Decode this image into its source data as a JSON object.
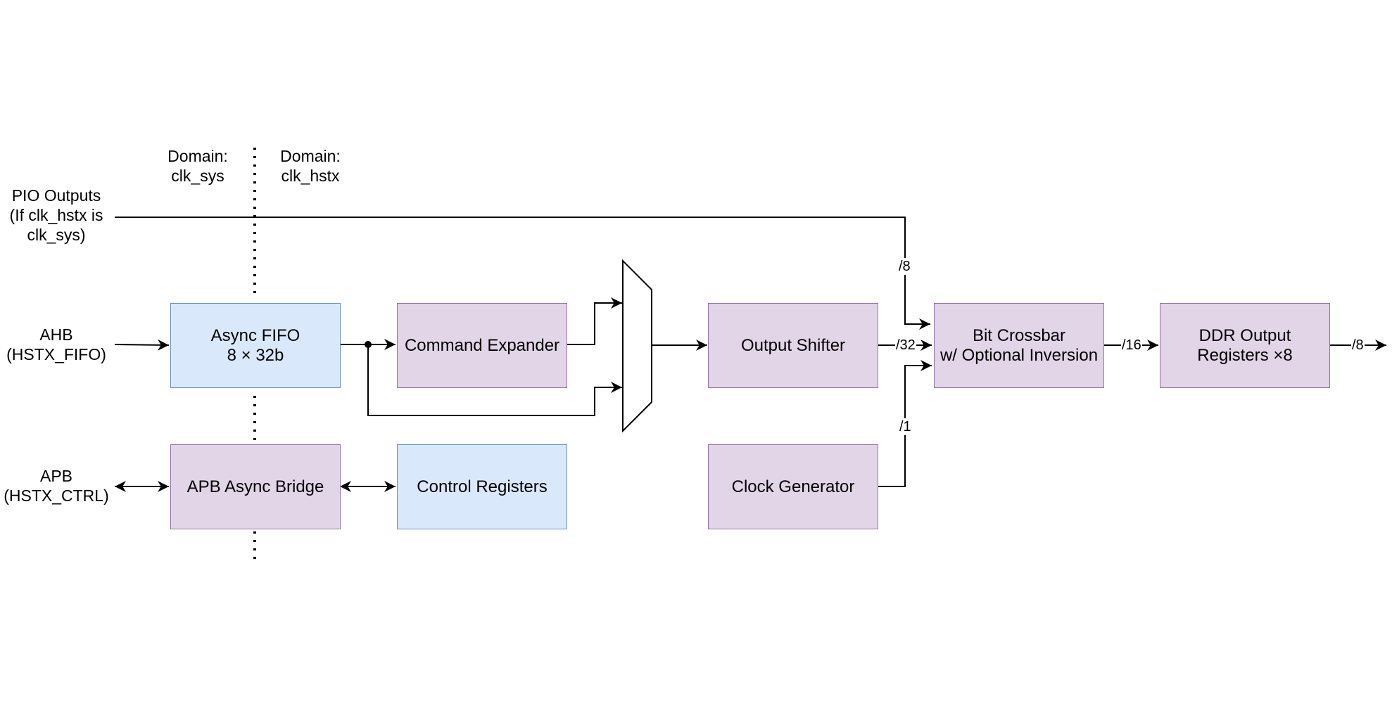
{
  "domain_labels": {
    "left": "Domain:\nclk_sys",
    "right": "Domain:\nclk_hstx"
  },
  "inputs": {
    "pio": "PIO Outputs\n(If clk_hstx is\nclk_sys)",
    "ahb": "AHB\n(HSTX_FIFO)",
    "apb": "APB\n(HSTX_CTRL)"
  },
  "blocks": {
    "async_fifo": "Async FIFO\n8 × 32b",
    "command_expander": "Command Expander",
    "output_shifter": "Output Shifter",
    "bit_crossbar": "Bit Crossbar\nw/ Optional Inversion",
    "ddr_output": "DDR Output\nRegisters ×8",
    "apb_bridge": "APB Async Bridge",
    "control_registers": "Control Registers",
    "clock_generator": "Clock Generator"
  },
  "bus_widths": {
    "pio": "/8",
    "shifter": "/32",
    "clock": "/1",
    "crossbar": "/16",
    "output": "/8"
  },
  "colors": {
    "purple_fill": "#e1d5e7",
    "purple_stroke": "#9673a6",
    "blue_fill": "#dae8fc",
    "blue_stroke": "#6c8ebf"
  }
}
